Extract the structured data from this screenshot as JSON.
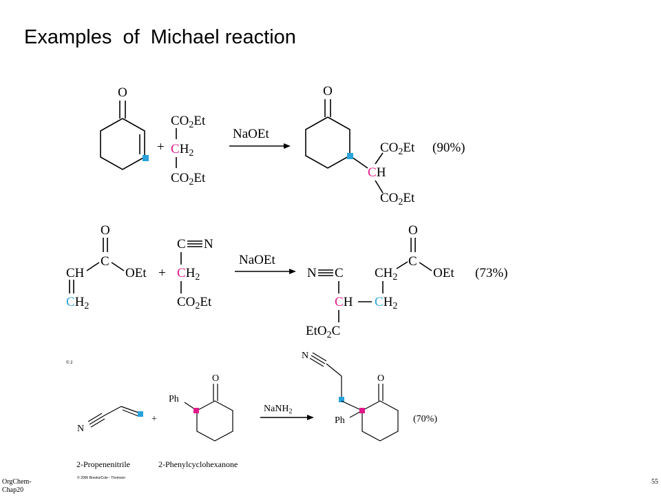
{
  "slide": {
    "title": "Examples  of  Michael reaction",
    "footer_left": "OrgChem-Chap20",
    "page_number": "55"
  },
  "colors": {
    "enolate_carbon": "#e0198a",
    "acceptor_carbon": "#29a3dc"
  },
  "reaction1": {
    "ketone_o": "O",
    "ester_top": "CO",
    "ester_sub": "2",
    "ester_et": "Et",
    "plus": "+",
    "ch2_c": "C",
    "ch2_h": "H",
    "ch2_sub": "2",
    "reagent": "NaOEt",
    "product_o": "O",
    "ch_c": "C",
    "ch_h": "H",
    "yield": "(90%)"
  },
  "reaction2": {
    "o": "O",
    "ch": "CH",
    "c": "C",
    "oet": "OEt",
    "ch2_c": "C",
    "ch2_h": "H",
    "ch2_sub": "2",
    "plus": "+",
    "n": "N",
    "co2et": "CO",
    "sub2": "2",
    "et": "Et",
    "reagent": "NaOEt",
    "etoc": "EtO",
    "yield": "(73%)"
  },
  "reaction3": {
    "copyright_small": "© 2",
    "n": "N",
    "plus": "+",
    "ph": "Ph",
    "o": "O",
    "reagent": "NaNH",
    "reagent_sub": "2",
    "yield": "(70%)",
    "label_left": "2-Propenenitrile",
    "label_right": "2-Phenylcyclohexanone",
    "copyright": "© 2006 Brooks/Cole - Thomson"
  }
}
